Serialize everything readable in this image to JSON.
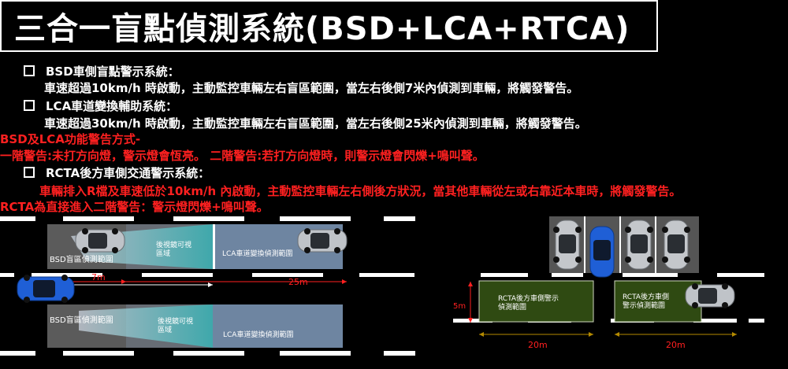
{
  "title": "三合一盲點偵測系統(BSD+LCA+RTCA)",
  "bullets": {
    "bsd_heading": "BSD車側盲點警示系統：",
    "bsd_desc": "車速超過10km/h 時啟動，主動監控車輛左右盲區範圍，當左右後側7米內偵測到車輛，將觸發警告。",
    "lca_heading": "LCA車道變換輔助系統：",
    "lca_desc": "車速超過30km/h 時啟動，主動監控車輛左右盲區範圍，當左右後側25米內偵測到車輛，將觸發警告。",
    "alert_heading": "BSD及LCA功能警告方式-",
    "alert_desc": "一階警告:未打方向燈，警示燈會恆亮。 二階警告:若打方向燈時，則警示燈會閃爍+鳴叫聲。",
    "rtca_heading": "RCTA後方車側交通警示系統：",
    "rtca_desc": "車輛排入R檔及車速低於10km/h 內啟動，主動監控車輛左右側後方狀況，當其他車輛從左或右靠近本車時，將觸發警告。",
    "rtca_note": "RCTA為直接進入二階警告：警示燈閃爍+鳴叫聲。"
  },
  "left_diagram": {
    "bsd_zone_top": "BSD盲區偵測範圍",
    "mirror_top": "後視鏡可視\n區域",
    "lca_zone_top": "LCA車道變換偵測範圍",
    "dist_7m": "7m",
    "dist_25m": "25m",
    "bsd_zone_bottom": "BSD盲區偵測範圍",
    "mirror_bottom": "後視鏡可視\n區域",
    "lca_zone_bottom": "LCA車道變換偵測範圍"
  },
  "right_diagram": {
    "dist_5m": "5m",
    "rcta_left": "RCTA後方車側警示\n偵測範圍",
    "rcta_right": "RCTA後方車側\n警示偵測範圍",
    "dist_20m_left": "20m",
    "dist_20m_right": "20m"
  },
  "colors": {
    "red": "#ff2020",
    "zone_blue": "#7a93b3",
    "zone_green": "#2f4a12",
    "teal": "#2fbfc0",
    "brown": "#b48a00"
  }
}
